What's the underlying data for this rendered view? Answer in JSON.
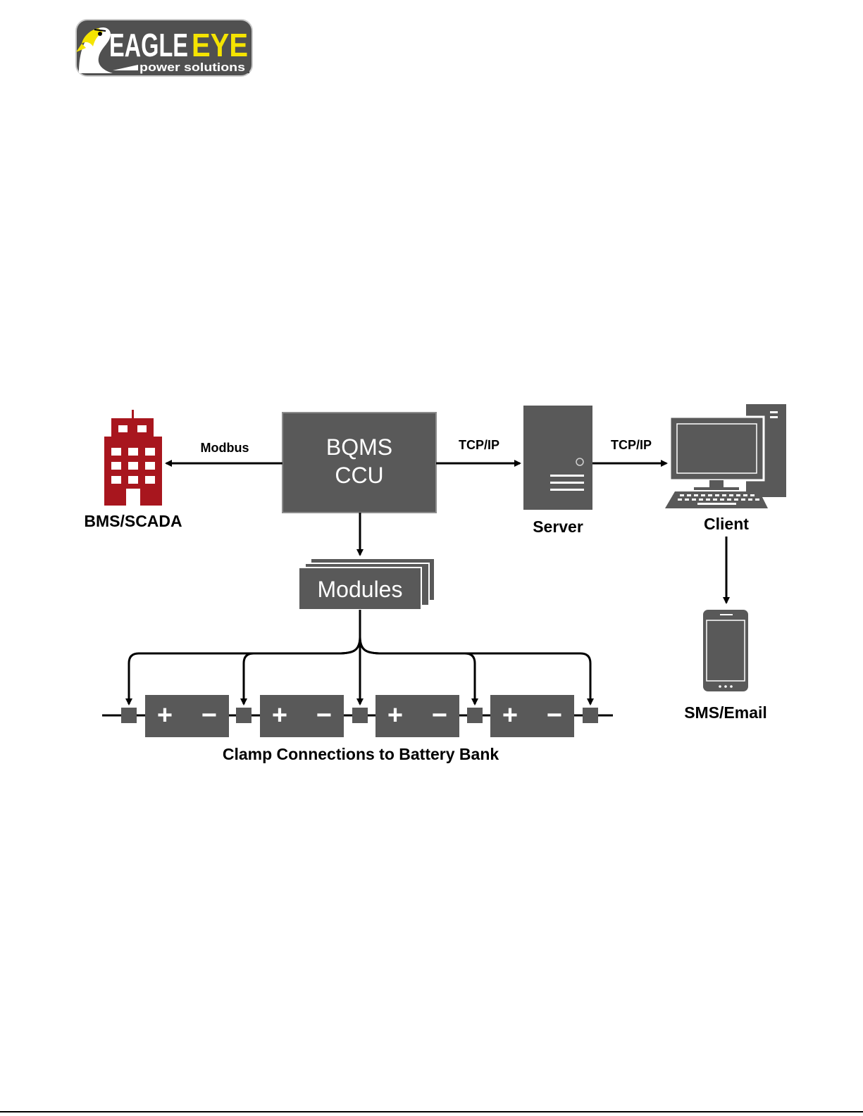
{
  "logo": {
    "word1": "EAGLE",
    "word2": "EYE",
    "tagline": "power solutions"
  },
  "diagram": {
    "ccu_line1": "BQMS",
    "ccu_line2": "CCU",
    "modbus_label": "Modbus",
    "tcpip_label_1": "TCP/IP",
    "tcpip_label_2": "TCP/IP",
    "bms_label": "BMS/SCADA",
    "server_label": "Server",
    "client_label": "Client",
    "sms_label": "SMS/Email",
    "modules_label": "Modules",
    "battery_bank_label": "Clamp Connections to Battery Bank",
    "battery_cells": [
      {
        "plus": "+",
        "minus": "−"
      },
      {
        "plus": "+",
        "minus": "−"
      },
      {
        "plus": "+",
        "minus": "−"
      },
      {
        "plus": "+",
        "minus": "−"
      }
    ]
  },
  "colors": {
    "box_gray": "#595959",
    "building_red": "#a8161e",
    "logo_yellow": "#f5e400",
    "logo_dark": "#505050",
    "line_black": "#000000"
  }
}
